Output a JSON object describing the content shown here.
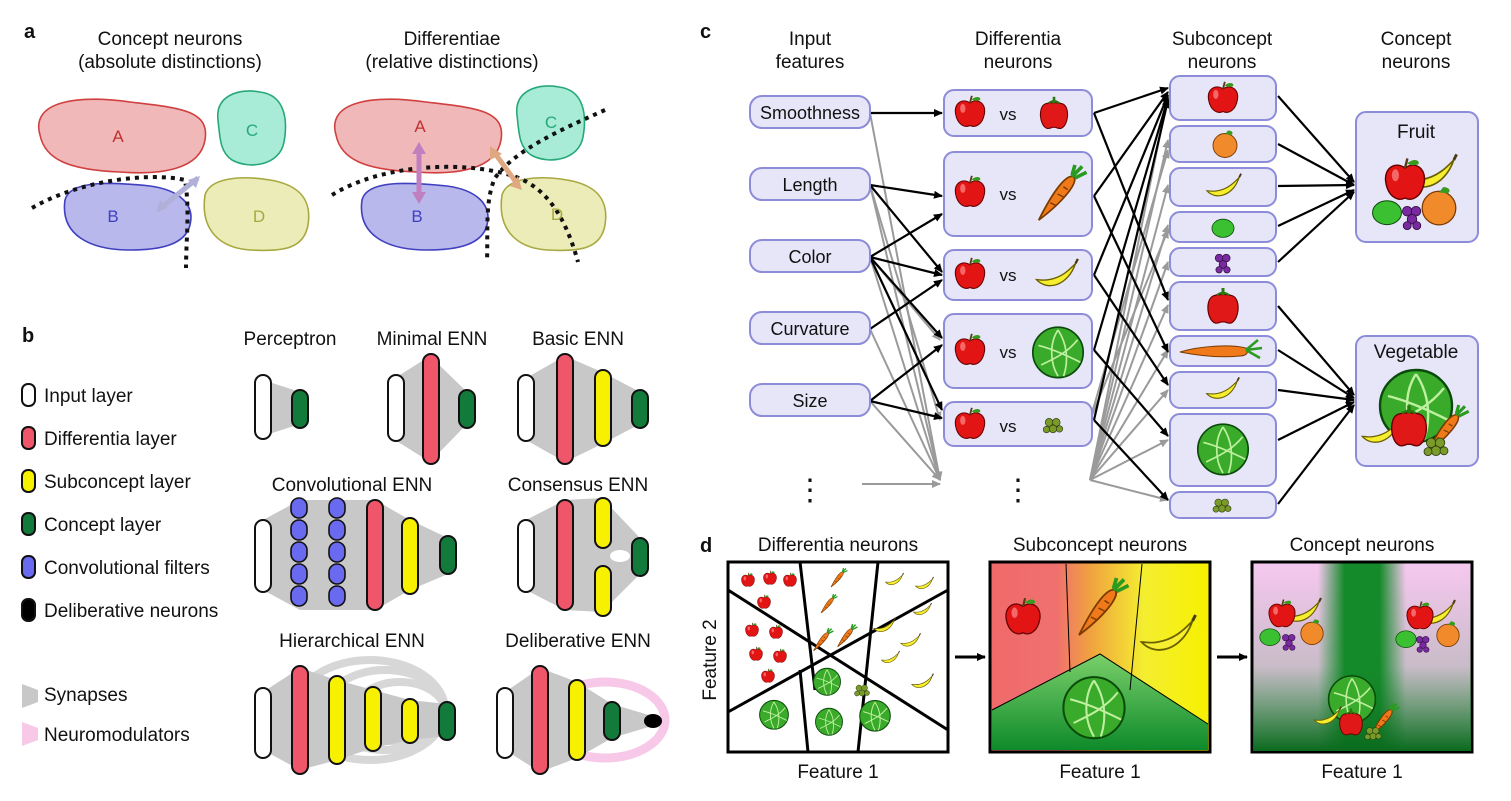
{
  "panels": {
    "a": {
      "label": "a",
      "left_title": [
        "Concept neurons",
        "(absolute distinctions)"
      ],
      "right_title": [
        "Differentiae",
        "(relative distinctions)"
      ],
      "region_labels": [
        "A",
        "B",
        "C",
        "D"
      ]
    },
    "b": {
      "label": "b",
      "legend": [
        "Input layer",
        "Differentia layer",
        "Subconcept layer",
        "Concept layer",
        "Convolutional filters",
        "Deliberative neurons",
        "Synapses",
        "Neuromodulators"
      ],
      "networks": [
        "Perceptron",
        "Minimal ENN",
        "Basic ENN",
        "Convolutional ENN",
        "Consensus ENN",
        "Hierarchical ENN",
        "Deliberative ENN"
      ]
    },
    "c": {
      "label": "c",
      "column_headers": [
        [
          "Input",
          "features"
        ],
        [
          "Differentia",
          "neurons"
        ],
        [
          "Subconcept",
          "neurons"
        ],
        [
          "Concept",
          "neurons"
        ]
      ],
      "inputs": [
        "Smoothness",
        "Length",
        "Color",
        "Curvature",
        "Size"
      ],
      "vs_text": "vs",
      "concepts": [
        "Fruit",
        "Vegetable"
      ],
      "ellipsis": "⋮"
    },
    "d": {
      "label": "d",
      "titles": [
        "Differentia neurons",
        "Subconcept neurons",
        "Concept neurons"
      ],
      "xlabel": "Feature 1",
      "ylabel": "Feature 2"
    }
  },
  "colors": {
    "input": "#ffffff",
    "differentia": "#f0566a",
    "subconcept": "#f7f000",
    "concept": "#127a3a",
    "conv": "#6a6af0",
    "deliberative": "#000000",
    "synapse": "#c8c8c8",
    "neuromodulator": "#f8c8e8",
    "node_fill": "#e6e6f8",
    "node_stroke": "#8c8cd8"
  }
}
